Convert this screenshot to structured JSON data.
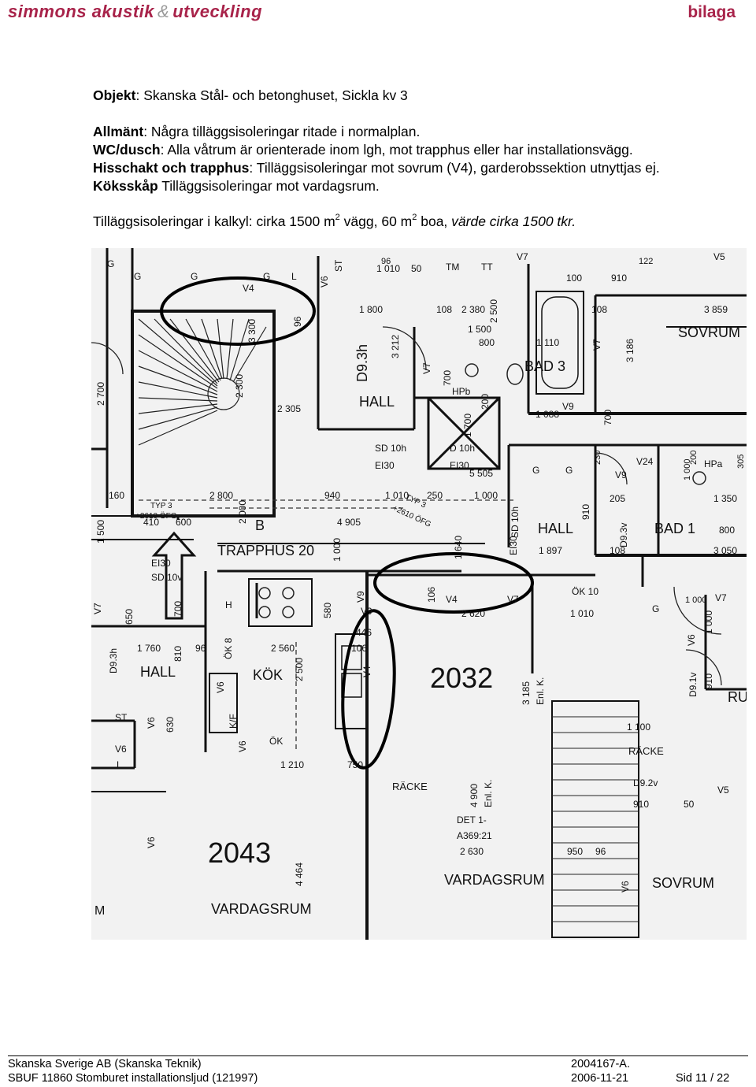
{
  "header": {
    "brand_1": "simmons akustik",
    "brand_amp": "&",
    "brand_2": "utveckling",
    "tag": "bilaga"
  },
  "intro": {
    "objekt_label": "Objekt",
    "objekt_text": ": Skanska Stål- och betonghuset, Sickla kv 3",
    "allmant_label": "Allmänt",
    "allmant_text": ": Några tilläggsisoleringar ritade i normalplan.",
    "wc_label": "WC/dusch",
    "wc_text": ": Alla våtrum är orienterade inom lgh, mot trapphus eller har installationsvägg.",
    "hiss_label": "Hisschakt och trapphus",
    "hiss_text": ": Tilläggsisoleringar mot sovrum (V4), garderobssektion utnyttjas ej.",
    "kok_label": "Köksskåp",
    "kok_text": " Tilläggsisoleringar mot vardagsrum.",
    "kalkyl_a": "Tilläggsisoleringar i kalkyl: cirka 1500 m",
    "kalkyl_sup1": "2",
    "kalkyl_b": " vägg, 60 m",
    "kalkyl_sup2": "2",
    "kalkyl_c": " boa, ",
    "kalkyl_italic": "värde cirka 1500 tkr."
  },
  "plan": {
    "labels": {
      "hall_top": "HALL",
      "sovrum_top": "SOVRUM",
      "bad3": "BAD 3",
      "trapphus": "TRAPPHUS 20",
      "hall_mid": "HALL",
      "bad1": "BAD 1",
      "kok": "KÖK",
      "hall_left": "HALL",
      "apt_2032": "2032",
      "apt_2043": "2043",
      "vardagsrum_left": "VARDAGSRUM",
      "vardagsrum_mid": "VARDAGSRUM",
      "sovrum_bottom": "SOVRUM",
      "racke_1": "RÄCKE",
      "racke_2": "RÄCKE",
      "ru": "RU",
      "sd10h_1": "SD 10h",
      "d10h": "D 10h",
      "ei30_1": "EI30",
      "ei30_2": "EI30",
      "ei30_3": "EI30",
      "sd10h_2": "SD 10h",
      "ei30_sd10": "EI30",
      "sd10v": "SD 10v",
      "ok10": "ÖK 10",
      "ok8": "ÖK 8",
      "ok": "ÖK",
      "hpb": "HPb",
      "hpa": "HPa",
      "tm": "TM",
      "tt": "TT",
      "det": "DET 1-",
      "a369": "A369:21",
      "typ3": "TYP 3",
      "typ3b": "TYP 3",
      "ofg1": "+2610 ÖFG",
      "ofg2": "+2610 ÖFG",
      "d92v": "D9.2v",
      "d91v": "D9.1v",
      "d93v": "D9.3v",
      "d93h_1": "D9.3h",
      "d93h_2": "D9.3h",
      "kf": "K/F",
      "st_1": "ST",
      "st_2": "ST",
      "h": "H",
      "b": "B",
      "m": "M",
      "v4_top": "V4",
      "v4_mid": "V4",
      "v4_vert": "V4",
      "v9_1": "V9",
      "v9_2": "V9",
      "v9_3": "V9",
      "v9_4": "V9",
      "v7_1": "V7",
      "v7_2": "V7",
      "v7_3": "V7",
      "v7_4": "V7",
      "v7_5": "V7",
      "v5_1": "V5",
      "v5_2": "V5",
      "v24": "V24",
      "v6_1": "V6",
      "v6_2": "V6",
      "v6_3": "V6",
      "v6_4": "V6",
      "v6_5": "V6",
      "v6_6": "V6",
      "v6_7": "V6",
      "v6_l": "V6",
      "l_1": "L",
      "l_2": "L"
    },
    "dims": {
      "d1010": "1 010",
      "d50_1": "50",
      "d100": "100",
      "d910_1": "910",
      "d1800": "1 800",
      "d108_1": "108",
      "d2380": "2 380",
      "d108_2": "108",
      "d3859": "3 859",
      "d1500": "1 500",
      "d800": "800",
      "d1110": "1 110",
      "d3186": "3 186",
      "d3212": "3 212",
      "d2305": "2 305",
      "d1088": "1 088",
      "d700_1": "700",
      "d1700": "1 700",
      "d5505": "5 505",
      "d940": "940",
      "d1010b": "1 010",
      "d250": "250",
      "d1000_1": "1 000",
      "d160": "160",
      "d2800": "2 800",
      "d410": "410",
      "d600": "600",
      "d4905": "4 905",
      "d1350": "1 350",
      "d205": "205",
      "d800b": "800",
      "d1897": "1 897",
      "d108_3": "108",
      "d3050": "3 050",
      "d2620": "2 620",
      "d1010c": "1 010",
      "d1760": "1 760",
      "d96_1": "96",
      "d2560": "2 560",
      "d446": "446",
      "d106": "106",
      "d3185": "3 185",
      "d1100": "1 100",
      "d50_2": "50",
      "d1210": "1 210",
      "d750": "750",
      "d910_2": "910",
      "d950": "950",
      "d96_2": "96",
      "d2630": "2 630",
      "d4900": "4 900",
      "d4464": "4 464",
      "d2700": "2 700",
      "d2300": "2 300",
      "d3300": "3 300",
      "d1500v": "1 500",
      "d650": "650",
      "d700_2": "700",
      "d810": "810",
      "d630": "630",
      "d2500": "2 500",
      "d580": "580",
      "d2000": "2 000",
      "d1000_2": "1 000",
      "d2500b": "2 500",
      "d200_1": "200",
      "d700_3": "700",
      "d230": "230",
      "d200_2": "200",
      "d1000_3": "1 000",
      "d305": "305",
      "d122": "122",
      "d96_3": "96",
      "d910_3": "910",
      "d1000_4": "1 000",
      "d1640": "1 640",
      "d106_2": "106",
      "d700_4": "700",
      "enl1": "Enl. K.",
      "enl2": "Enl. K.",
      "d910_4": "910",
      "d1000_5": "1 000",
      "d96_4": "96"
    }
  },
  "footer": {
    "company": "Skanska Sverige AB (Skanska Teknik)",
    "doc_no": "2004167-A.",
    "project": "SBUF 11860 Stomburet installationsljud (121997)",
    "date": "2006-11-21",
    "page": "Sid 11 / 22"
  },
  "colors": {
    "brand": "#a8234a",
    "amp": "#999999"
  }
}
